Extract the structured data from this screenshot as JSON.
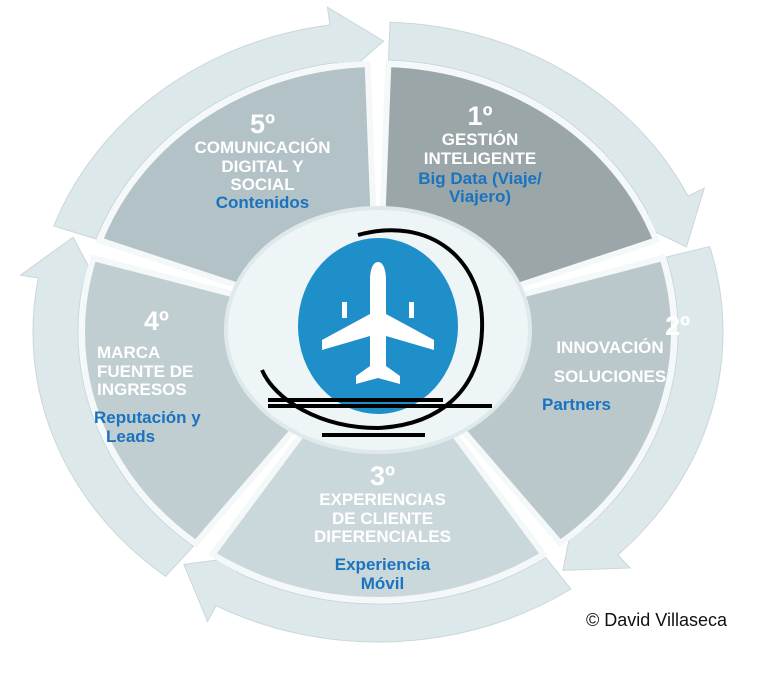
{
  "steps": [
    {
      "number": "1º",
      "title": [
        "GESTIÓN",
        "INTELIGENTE"
      ],
      "detail": [
        "Big Data (Viaje/",
        "Viajero)"
      ]
    },
    {
      "number": "2º",
      "title": [
        "INNOVACIÓN",
        "SOLUCIONES"
      ],
      "detail": [
        "Partners"
      ]
    },
    {
      "number": "3º",
      "title": [
        "EXPERIENCIAS",
        "DE CLIENTE",
        "DIFERENCIALES"
      ],
      "detail": [
        "Experiencia",
        "Móvil"
      ]
    },
    {
      "number": "4º",
      "title": [
        "MARCA",
        "FUENTE DE",
        "INGRESOS"
      ],
      "detail": [
        "Reputación y",
        "Leads"
      ]
    },
    {
      "number": "5º",
      "title": [
        "COMUNICACIÓN",
        "DIGITAL Y",
        "SOCIAL"
      ],
      "detail": [
        "Contenidos"
      ]
    }
  ],
  "center_icon": "airplane-icon",
  "copyright": "© David Villaseca",
  "colors": {
    "accent_blue": "#1e8fc9",
    "detail_text": "#1a73be",
    "segment_1": "#9ba6a9",
    "segment_2": "#bac8cc",
    "segment_3": "#cbd8db",
    "segment_4": "#c0ced2",
    "segment_5": "#b3c2c7",
    "ring": "#dde8eb"
  }
}
